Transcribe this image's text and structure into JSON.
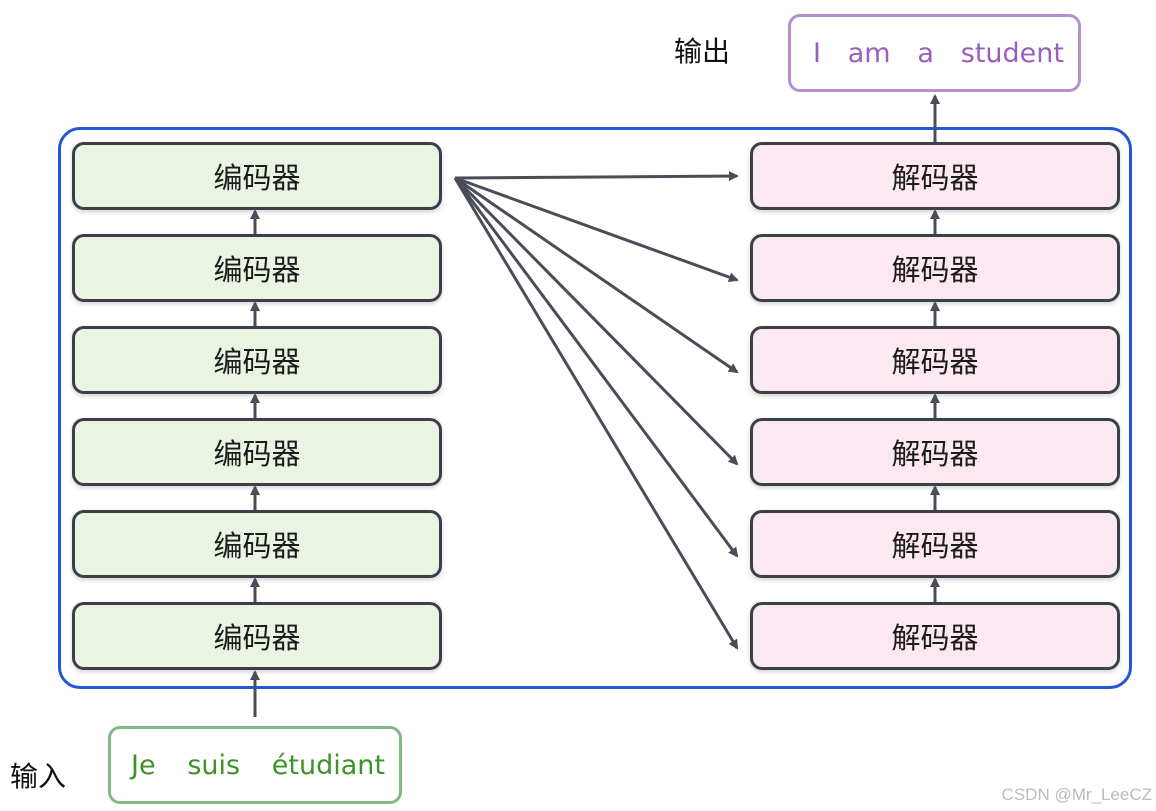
{
  "encoder_label": "编码器",
  "decoder_label": "解码器",
  "encoder_count": 6,
  "decoder_count": 6,
  "output": {
    "label": "输出",
    "words": [
      "I",
      "am",
      "a",
      "student"
    ]
  },
  "input": {
    "label": "输入",
    "words": [
      "Je",
      "suis",
      "étudiant"
    ]
  },
  "watermark": "CSDN @Mr_LeeCZ",
  "colors": {
    "container_border": "#2457d6",
    "encoder_fill": "#e9f4e2",
    "decoder_fill": "#fbe8f1",
    "block_border": "#3b3f48",
    "output_text": "#9a5fbe",
    "output_border": "#b491cb",
    "input_text": "#3f9228",
    "input_border": "#84b886",
    "arrow": "#4a4d57"
  }
}
